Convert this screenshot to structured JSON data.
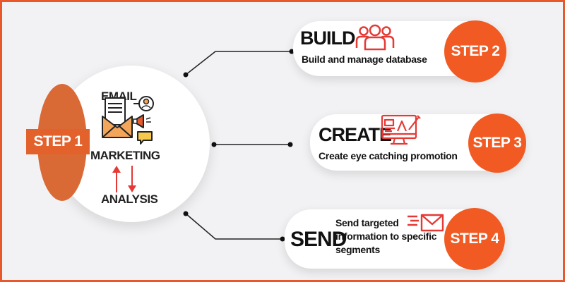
{
  "center": {
    "step_label": "STEP 1",
    "email": "EMAIL",
    "marketing": "MARKETING",
    "analysis": "ANALYSIS"
  },
  "steps": [
    {
      "title": "BUILD",
      "description": "Build and manage database",
      "badge": "STEP 2",
      "icon": "team-icon"
    },
    {
      "title": "CREATE",
      "description": "Create eye catching promotion",
      "badge": "STEP 3",
      "icon": "design-monitor-icon"
    },
    {
      "title": "SEND",
      "description_lines": [
        "Send targeted",
        "information to specific",
        "segments"
      ],
      "badge": "STEP 4",
      "icon": "send-mail-icon"
    }
  ],
  "colors": {
    "accent": "#f15a22",
    "leaf": "#d96a35",
    "border": "#e8582b",
    "background": "#f2f2f4",
    "icon_red": "#e53935"
  }
}
